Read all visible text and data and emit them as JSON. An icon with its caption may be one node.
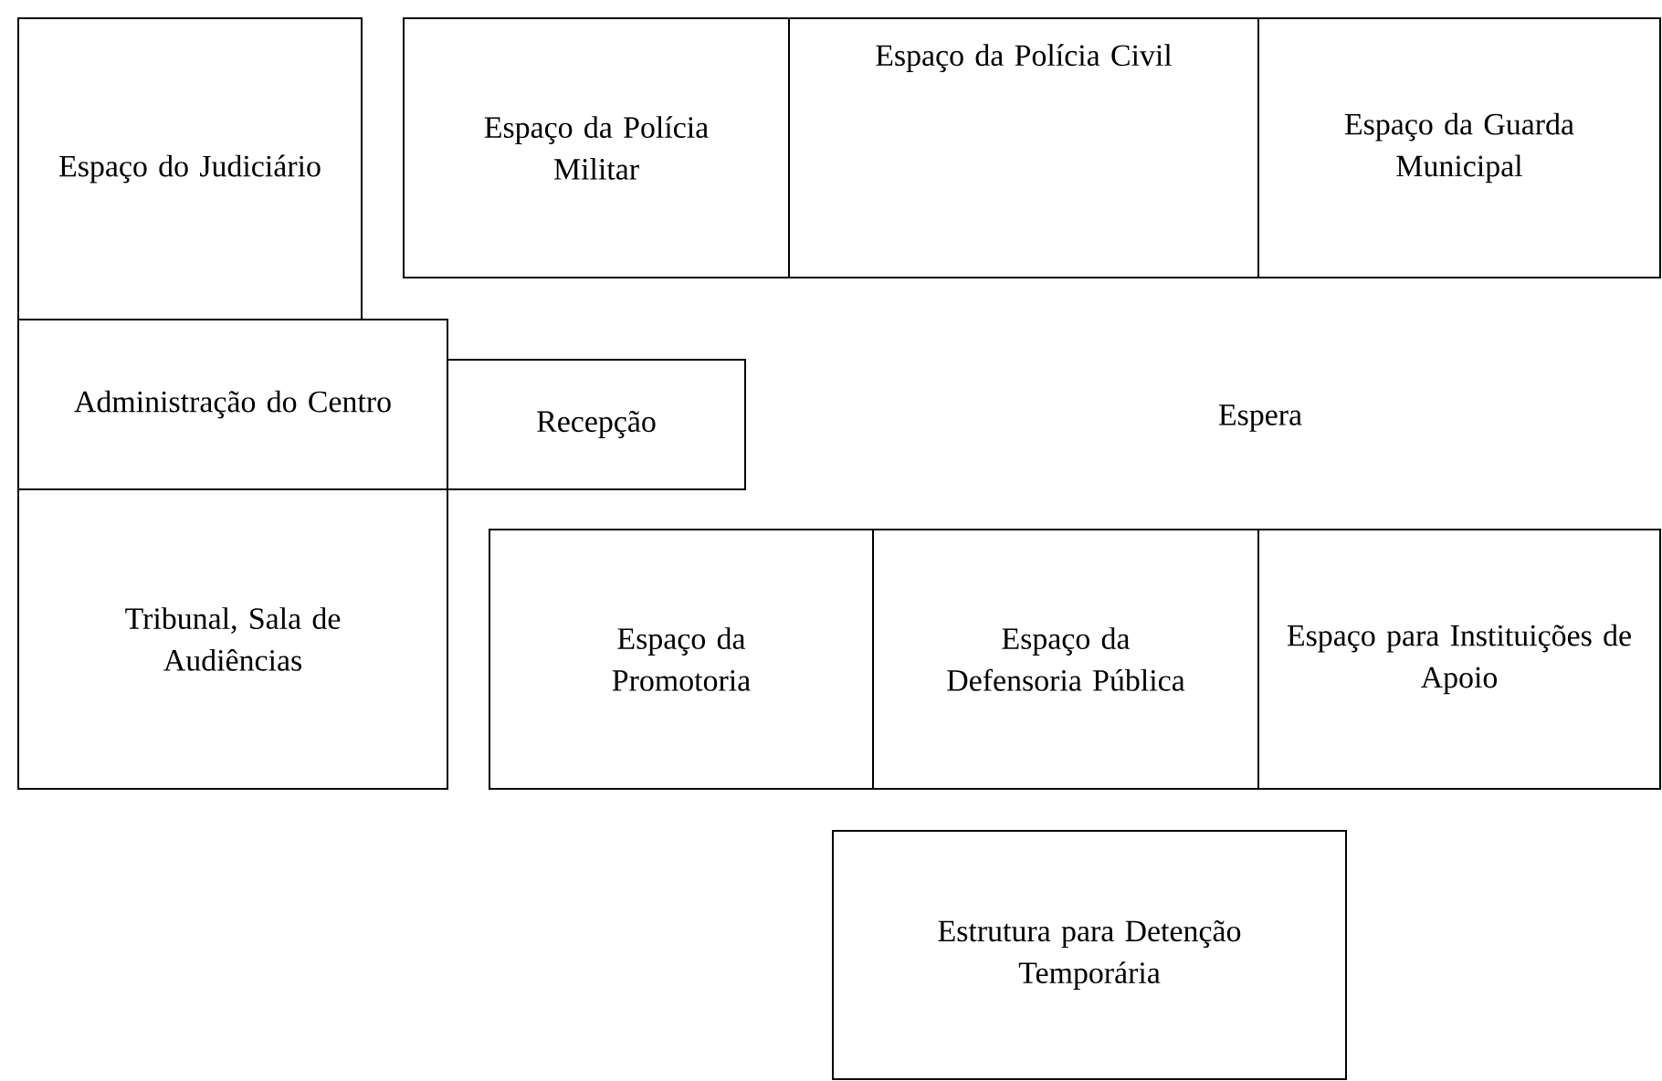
{
  "diagram": {
    "nodes": [
      {
        "text": [
          "Espaço do Judiciário"
        ]
      },
      {
        "text": [
          "Espaço da Polícia Militar"
        ]
      },
      {
        "text": [
          "Espaço da Polícia Civil"
        ]
      },
      {
        "text": [
          "Espaço da Guarda Municipal"
        ]
      },
      {
        "text": [
          "Administração do Centro"
        ]
      },
      {
        "text": [
          "Recepção"
        ]
      },
      {
        "text": [
          "Tribunal, Sala de Audiências"
        ]
      },
      {
        "text": [
          "Espaço da Promotoria"
        ]
      },
      {
        "text": [
          "Espaço da Defensoria Pública"
        ]
      },
      {
        "text": [
          "Espaço para Instituições de Apoio"
        ]
      },
      {
        "text": [
          "Estrutura para Detenção Temporária"
        ]
      }
    ],
    "labels": [
      "Espera"
    ]
  }
}
